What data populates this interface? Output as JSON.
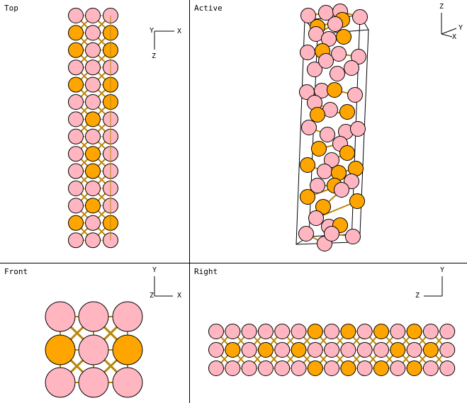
{
  "viewports": {
    "top": {
      "label": "Top",
      "axes": {
        "h": "X",
        "v": "Z",
        "origin": "Y"
      }
    },
    "active": {
      "label": "Active",
      "axes": {
        "up": "Z",
        "a": "Y",
        "b": "X"
      }
    },
    "front": {
      "label": "Front",
      "axes": {
        "h": "X",
        "v": "Y",
        "origin": "Z"
      }
    },
    "right": {
      "label": "Right",
      "axes": {
        "h": "Z",
        "v": "Y"
      }
    }
  },
  "colors": {
    "atom_pink": "#ffb6c1",
    "atom_orange": "#ffa500",
    "bond": "#b8860b",
    "outline": "#000000"
  }
}
